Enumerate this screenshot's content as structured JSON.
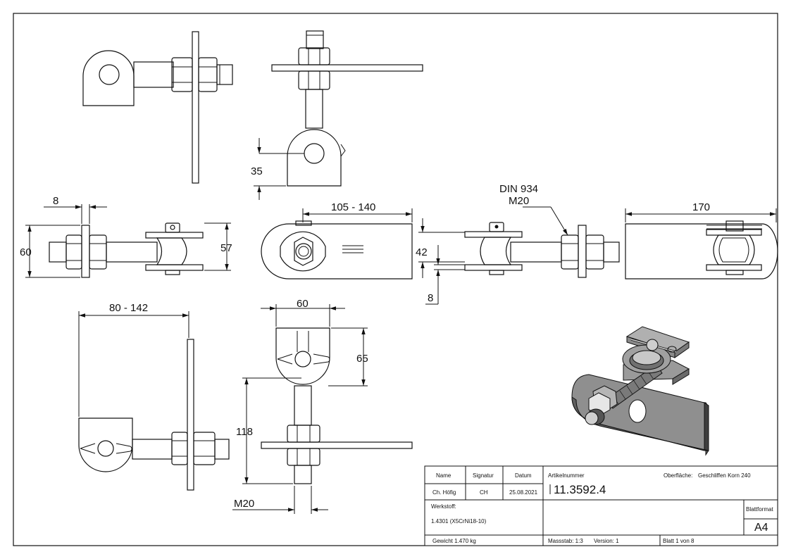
{
  "dimensions": {
    "d35": "35",
    "d8_left": "8",
    "d60_left": "60",
    "d57": "57",
    "d105_140": "105 - 140",
    "d42": "42",
    "d8_mid": "8",
    "din934": "DIN 934",
    "m20_top": "M20",
    "d170": "170",
    "d80_142": "80 - 142",
    "d60_bottom": "60",
    "d65": "65",
    "d118": "118",
    "m20_bottom": "M20"
  },
  "title_block": {
    "name_header": "Name",
    "signatur_header": "Signatur",
    "datum_header": "Datum",
    "name_value": "Ch. Höfig",
    "signatur_value": "CH",
    "datum_value": "25.08.2021",
    "artikelnummer_label": "Artikelnummer",
    "artikelnummer_value": "11.3592.4",
    "oberflaeche_label": "Oberfläche:",
    "oberflaeche_value": "Geschliffen Korn 240",
    "werkstoff_label": "Werkstoff:",
    "werkstoff_value": "1.4301 (X5CrNi18-10)",
    "blattformat_label": "Blattformat",
    "blattformat_value": "A4",
    "gewicht": "Gewicht 1.470 kg",
    "massstab": "Massstab: 1:3",
    "version": "Version: 1",
    "blatt": "Blatt 1 von 8"
  },
  "colors": {
    "line": "#111111",
    "shade_dark": "#4a4a4a",
    "shade_mid": "#8a8a8a",
    "shade_light": "#c8c8c8"
  }
}
